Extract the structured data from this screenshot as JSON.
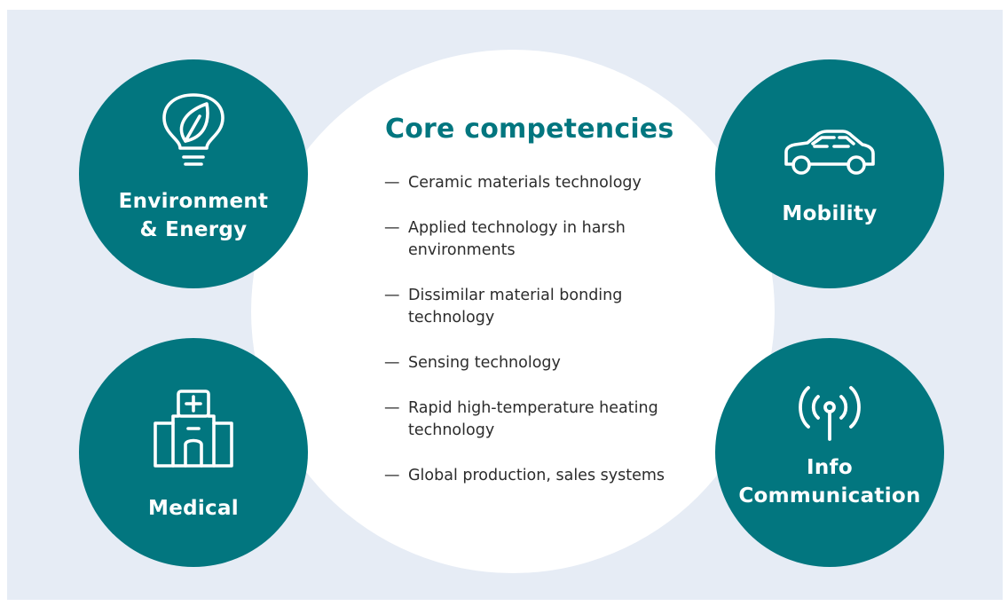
{
  "colors": {
    "accent": "#02767f",
    "panel": "#e6ecf5",
    "center": "#ffffff"
  },
  "center": {
    "title": "Core competencies",
    "bullet": "—",
    "items": [
      "Ceramic materials technology",
      "Applied technology in harsh environments",
      "Dissimilar material bonding technology",
      "Sensing technology",
      "Rapid high-temperature heating technology",
      "Global production, sales systems"
    ]
  },
  "domains": {
    "environment": {
      "label": "Environment\n& Energy",
      "icon": "leaf-lightbulb-icon"
    },
    "mobility": {
      "label": "Mobility",
      "icon": "car-icon"
    },
    "medical": {
      "label": "Medical",
      "icon": "hospital-icon"
    },
    "info": {
      "label": "Info\nCommunication",
      "icon": "antenna-signal-icon"
    }
  }
}
